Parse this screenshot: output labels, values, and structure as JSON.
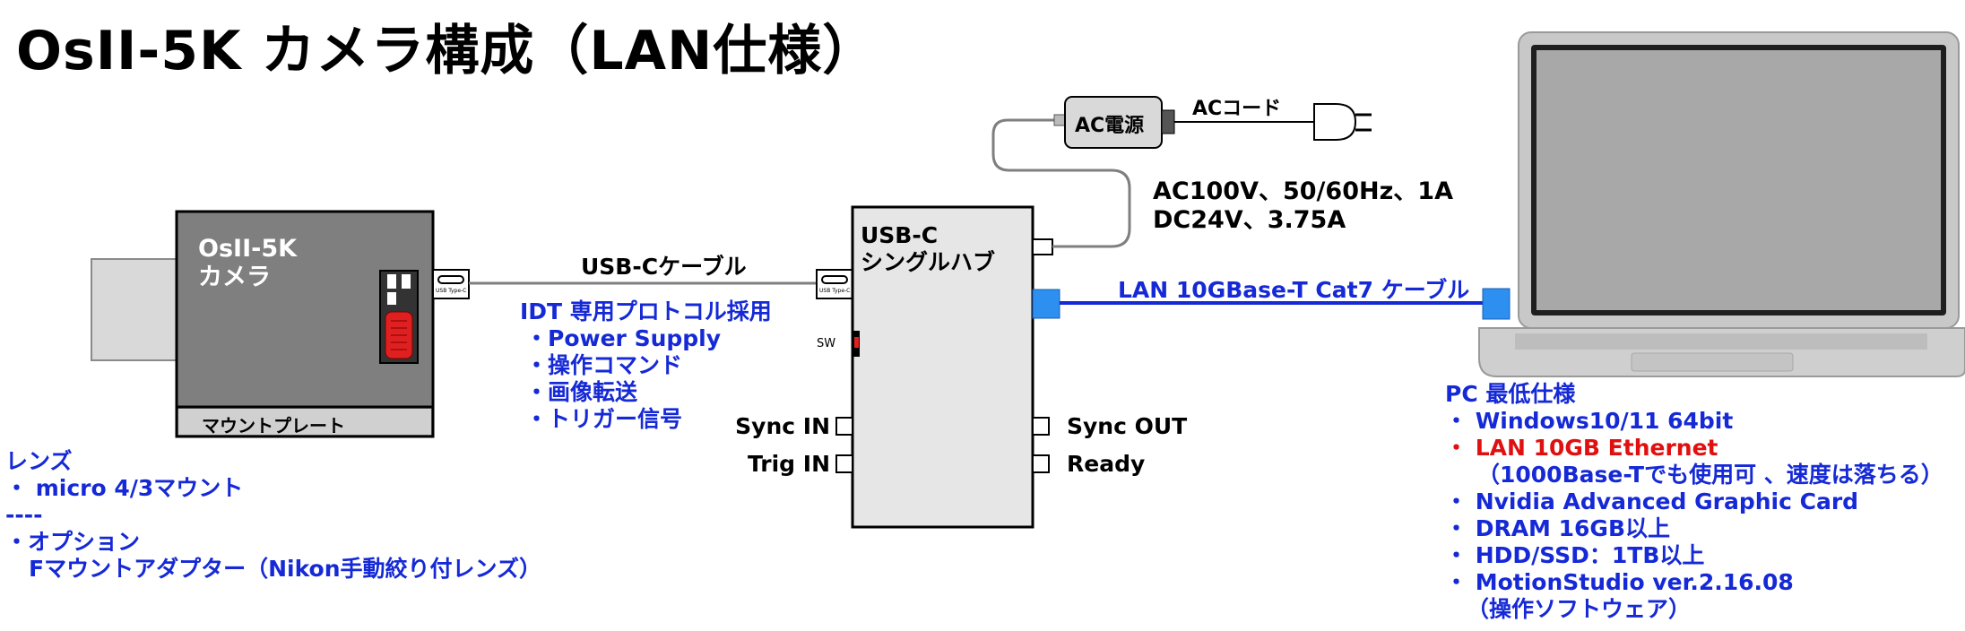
{
  "title": "OsII-5K カメラ構成（LAN仕様）",
  "camera": {
    "name_line1": "OsII-5K",
    "name_line2": "カメラ",
    "plate_label": "マウントプレート",
    "port_label": "USB Type-C"
  },
  "usb_cable": {
    "label": "USB-Cケーブル",
    "protocol_title": "IDT 専用プロトコル採用",
    "protocol_items": [
      "・Power Supply",
      "・操作コマンド",
      "・画像転送",
      "・トリガー信号"
    ]
  },
  "hub": {
    "title_line1": "USB-C",
    "title_line2": "シングルハブ",
    "port_label": "USB Type-C",
    "switch_label": "SW",
    "left_ports": [
      "Sync IN",
      "Trig IN"
    ],
    "right_ports": [
      "Sync OUT",
      "Ready"
    ]
  },
  "power": {
    "adapter_label": "AC電源",
    "cord_label": "ACコード",
    "spec_line1": "AC100V、50/60Hz、1A",
    "spec_line2": "DC24V、3.75A"
  },
  "lan_cable": {
    "label": "LAN 10GBase-T Cat7 ケーブル"
  },
  "lens": {
    "title": "レンズ",
    "mount": "・ micro 4/3マウント",
    "separator": "----",
    "option_title": "・オプション",
    "option_detail": "Fマウントアダプター（Nikon手動絞り付レンズ）"
  },
  "pc": {
    "title": "PC 最低仕様",
    "specs": [
      {
        "text": "・ Windows10/11  64bit",
        "color": "#1529d6"
      },
      {
        "text": "・ LAN 10GB Ethernet",
        "color": "#e01010"
      },
      {
        "text": "（1000Base-Tでも使用可 、速度は落ちる）",
        "color": "#1529d6"
      },
      {
        "text": "・ Nvidia Advanced Graphic Card",
        "color": "#1529d6"
      },
      {
        "text": "・ DRAM 16GB以上",
        "color": "#1529d6"
      },
      {
        "text": "・ HDD/SSD：1TB以上",
        "color": "#1529d6"
      },
      {
        "text": "・ MotionStudio ver.2.16.08",
        "color": "#1529d6"
      },
      {
        "text": "（操作ソフトウェア）",
        "color": "#1529d6"
      }
    ]
  }
}
